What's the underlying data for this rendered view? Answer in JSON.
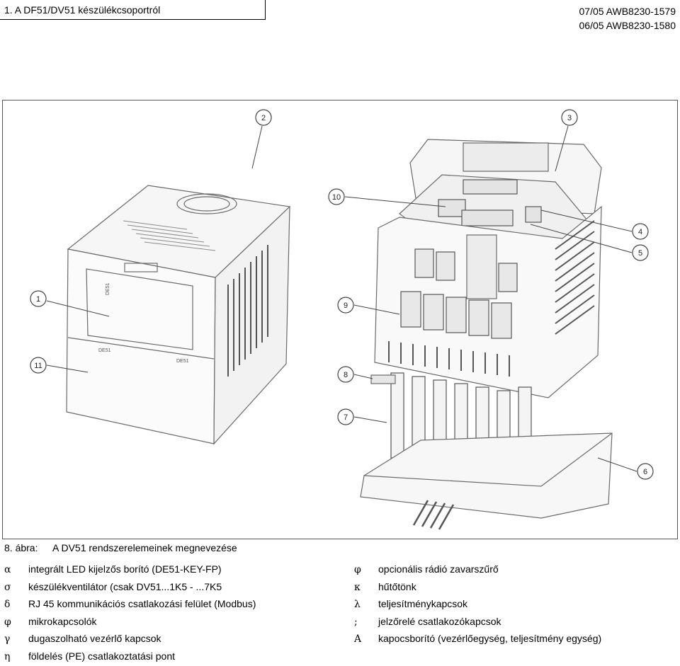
{
  "header": {
    "section_title": "1.   A DF51/DV51 készülékcsoportról",
    "ref_line_1": "07/05 AWB8230-1579",
    "ref_line_2": "06/05 AWB8230-1580"
  },
  "figure": {
    "callouts": [
      "1",
      "2",
      "3",
      "4",
      "5",
      "6",
      "7",
      "8",
      "9",
      "10",
      "11"
    ],
    "device_labels": [
      "DE51",
      "DE51",
      "DE51"
    ]
  },
  "caption": {
    "label": "8. ábra:",
    "text": "A DV51 rendszerelemeinek megnevezése"
  },
  "legend_left": [
    {
      "symbol": "α",
      "text": "integrált LED kijelzős borító (DE51-KEY-FP)"
    },
    {
      "symbol": "σ",
      "text": "készülékventilátor (csak DV51...1K5 - ...7K5"
    },
    {
      "symbol": "δ",
      "text": "RJ 45 kommunikációs csatlakozási felület (Modbus)"
    },
    {
      "symbol": "φ",
      "text": "mikrokapcsolók"
    },
    {
      "symbol": "γ",
      "text": "dugaszolható vezérlő kapcsok"
    },
    {
      "symbol": "η",
      "text": "földelés (PE) csatlakoztatási pont"
    }
  ],
  "legend_right": [
    {
      "symbol": "φ",
      "text": "opcionális rádió zavarszűrő"
    },
    {
      "symbol": "κ",
      "text": "hűtőtönk"
    },
    {
      "symbol": "λ",
      "text": "teljesítménykapcsok"
    },
    {
      "symbol": ";",
      "text": "jelzőrelé csatlakozókapcsok"
    },
    {
      "symbol": "Α",
      "text": "kapocsborító (vezérlőegység, teljesítmény egység)"
    }
  ]
}
